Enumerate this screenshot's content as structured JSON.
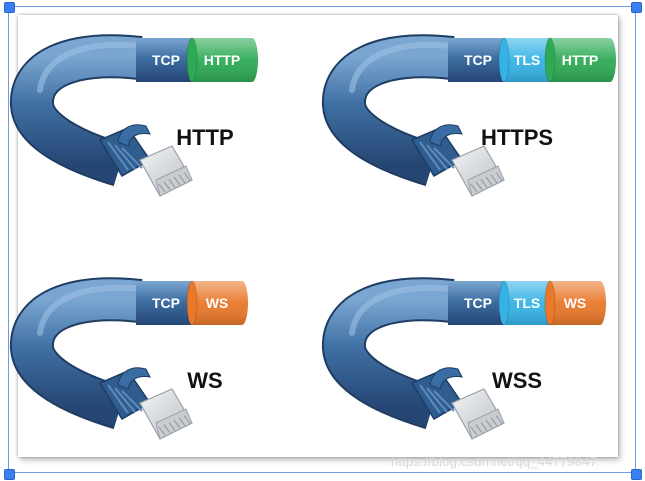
{
  "colors": {
    "cable": "#3f6fa3",
    "cable_dark": "#2b4f7a",
    "cable_light": "#6d9ac8",
    "tcp_text": "#ffffff",
    "http": "#2eaa55",
    "tls": "#36b3e6",
    "ws": "#e9782a",
    "plug": "#d6d9dc"
  },
  "cables": [
    {
      "id": "http",
      "title": "HTTP",
      "layers": [
        {
          "label": "TCP",
          "kind": "tcp"
        },
        {
          "label": "HTTP",
          "kind": "http"
        }
      ]
    },
    {
      "id": "https",
      "title": "HTTPS",
      "layers": [
        {
          "label": "TCP",
          "kind": "tcp"
        },
        {
          "label": "TLS",
          "kind": "tls"
        },
        {
          "label": "HTTP",
          "kind": "http"
        }
      ]
    },
    {
      "id": "ws",
      "title": "WS",
      "layers": [
        {
          "label": "TCP",
          "kind": "tcp"
        },
        {
          "label": "WS",
          "kind": "ws"
        }
      ]
    },
    {
      "id": "wss",
      "title": "WSS",
      "layers": [
        {
          "label": "TCP",
          "kind": "tcp"
        },
        {
          "label": "TLS",
          "kind": "tls"
        },
        {
          "label": "WS",
          "kind": "ws"
        }
      ]
    }
  ],
  "watermark": "https://blog.csdn.net/qq_44779847"
}
